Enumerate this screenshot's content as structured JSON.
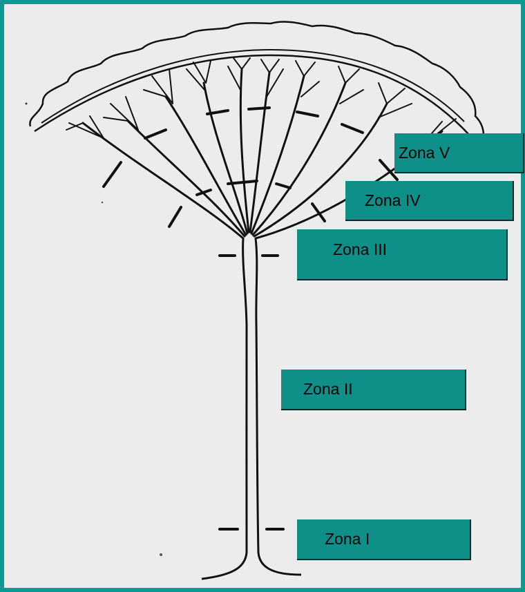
{
  "figure": {
    "zones": [
      {
        "id": "z5",
        "label": "Zona V"
      },
      {
        "id": "z4",
        "label": "Zona IV"
      },
      {
        "id": "z3",
        "label": "Zona III"
      },
      {
        "id": "z2",
        "label": "Zona II"
      },
      {
        "id": "z1",
        "label": "Zona I"
      }
    ],
    "colors": {
      "frame": "#0a9a93",
      "label_box": "#0e8f88",
      "ink": "#111111",
      "paper": "#ececec"
    }
  }
}
